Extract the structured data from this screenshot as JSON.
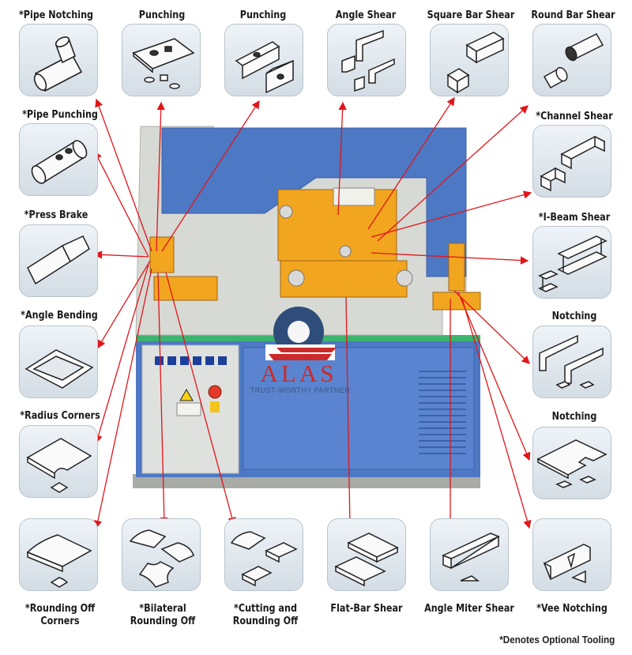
{
  "labels": {
    "pipe_notching": "*Pipe Notching",
    "punching_1": "Punching",
    "punching_2": "Punching",
    "angle_shear": "Angle Shear",
    "square_bar_shear": "Square Bar Shear",
    "round_bar_shear": "Round Bar Shear",
    "pipe_punching": "*Pipe Punching",
    "channel_shear": "*Channel Shear",
    "press_brake": "*Press Brake",
    "i_beam_shear": "*I-Beam Shear",
    "angle_bending": "*Angle Bending",
    "notching_1": "Notching",
    "radius_corners": "*Radius Corners",
    "notching_2": "Notching",
    "rounding_off_corners_1": "*Rounding Off",
    "rounding_off_corners_2": "Corners",
    "bilateral_rounding_off_1": "*Bilateral",
    "bilateral_rounding_off_2": "Rounding Off",
    "cutting_and_rounding_off_1": "*Cutting and",
    "cutting_and_rounding_off_2": "Rounding Off",
    "flat_bar_shear": "Flat-Bar Shear",
    "angle_miter_shear": "Angle Miter Shear",
    "vee_notching": "*Vee Notching"
  },
  "footnote": "*Denotes Optional Tooling",
  "logo": {
    "name": "ALAS",
    "tagline": "TRUST-WORTHY PARTNER"
  },
  "colors": {
    "machine_blue": "#4d78c4",
    "machine_grey": "#d7d9d4",
    "tooling_orange": "#f2a51e",
    "arrow_red": "#e0161b",
    "logo_red": "#cc2a2a",
    "logo_navy": "#2e4d7a",
    "control_panel": "#dfe1de"
  }
}
